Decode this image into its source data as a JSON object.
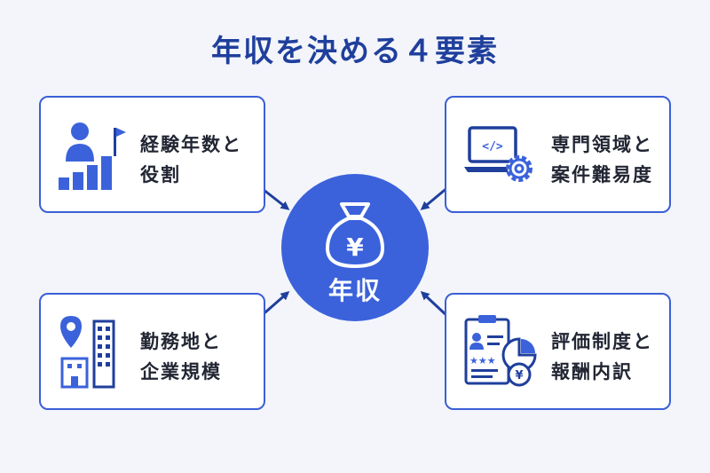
{
  "title": "年収を決める４要素",
  "center": {
    "label": "年収",
    "icon": "money-bag-yen-icon"
  },
  "factors": [
    {
      "lines": [
        "経験年数と",
        "役割"
      ],
      "icon": "person-growth-chart-icon"
    },
    {
      "lines": [
        "専門領域と",
        "案件難易度"
      ],
      "icon": "laptop-code-gear-icon"
    },
    {
      "lines": [
        "勤務地と",
        "企業規模"
      ],
      "icon": "location-buildings-icon"
    },
    {
      "lines": [
        "評価制度と",
        "報酬内訳"
      ],
      "icon": "clipboard-rating-yen-icon"
    }
  ],
  "colors": {
    "accent": "#3b62db",
    "title": "#1f3f9c",
    "border": "#3b5fd6",
    "background": "#f3f5fa"
  }
}
